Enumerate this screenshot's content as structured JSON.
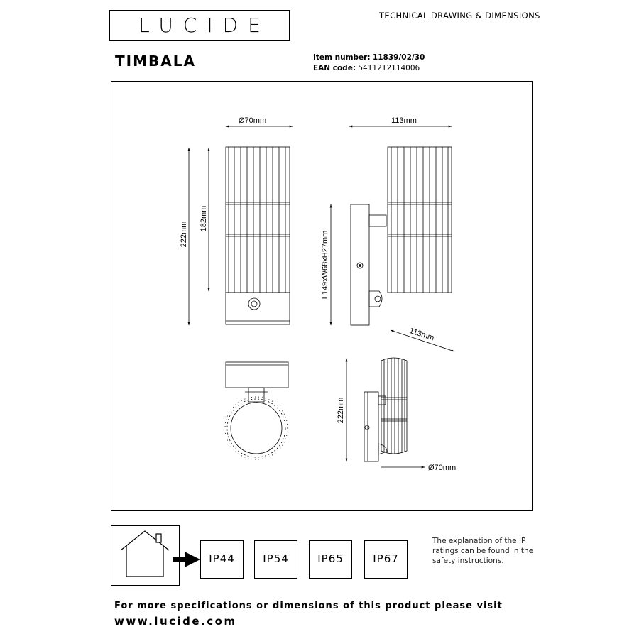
{
  "brand": {
    "logo_text": "LUCIDE"
  },
  "header": {
    "doc_title": "TECHNICAL DRAWING & DIMENSIONS"
  },
  "product": {
    "name": "TIMBALA",
    "item_label": "Item number:",
    "item_value": "11839/02/30",
    "ean_label": "EAN code:",
    "ean_value": "5411212114006"
  },
  "drawing": {
    "front_width": "Ø70mm",
    "front_total_height": "222mm",
    "front_shade_height": "182mm",
    "side_width": "113mm",
    "side_base_dims": "L149xW68xH27mm",
    "iso_depth": "113mm",
    "iso_height": "222mm",
    "iso_diameter": "Ø70mm"
  },
  "ip_ratings": {
    "items": [
      "IP44",
      "IP54",
      "IP65",
      "IP67"
    ],
    "note": "The explanation of the IP ratings can be found in the safety instructions."
  },
  "footer": {
    "text": "For more specifications or dimensions of this product please visit",
    "url": "www.lucide.com"
  }
}
